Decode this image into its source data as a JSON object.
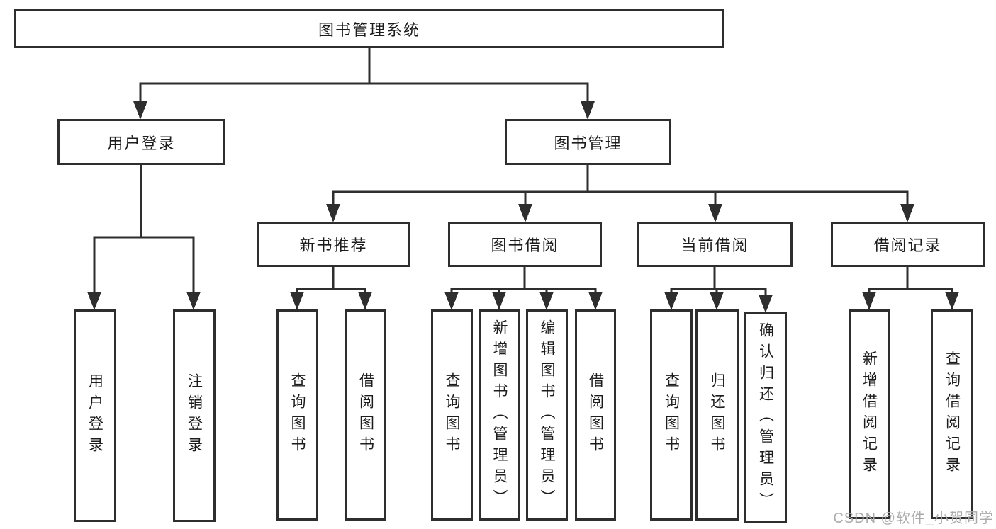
{
  "diagram_title": "图书管理系统",
  "tree": {
    "label": "图书管理系统",
    "children": [
      {
        "label": "用户登录",
        "children": [
          {
            "label": "用户登录"
          },
          {
            "label": "注销登录"
          }
        ]
      },
      {
        "label": "图书管理",
        "children": [
          {
            "label": "新书推荐",
            "children": [
              {
                "label": "查询图书"
              },
              {
                "label": "借阅图书"
              }
            ]
          },
          {
            "label": "图书借阅",
            "children": [
              {
                "label": "查询图书"
              },
              {
                "label": "新增图书（管理员）"
              },
              {
                "label": "编辑图书（管理员）"
              },
              {
                "label": "借阅图书"
              }
            ]
          },
          {
            "label": "当前借阅",
            "children": [
              {
                "label": "查询图书"
              },
              {
                "label": "归还图书"
              },
              {
                "label": "确认归还（管理员）"
              }
            ]
          },
          {
            "label": "借阅记录",
            "children": [
              {
                "label": "新增借阅记录"
              },
              {
                "label": "查询借阅记录"
              }
            ]
          }
        ]
      }
    ]
  },
  "watermark": {
    "text": "CSDN @软件_小贺同学"
  },
  "colors": {
    "background": "#ffffff",
    "box_fill": "#ffffff",
    "box_border": "#2e2e2e",
    "line": "#2e2e2e",
    "text": "#1c1c1c",
    "watermark_text": "#ababab"
  }
}
